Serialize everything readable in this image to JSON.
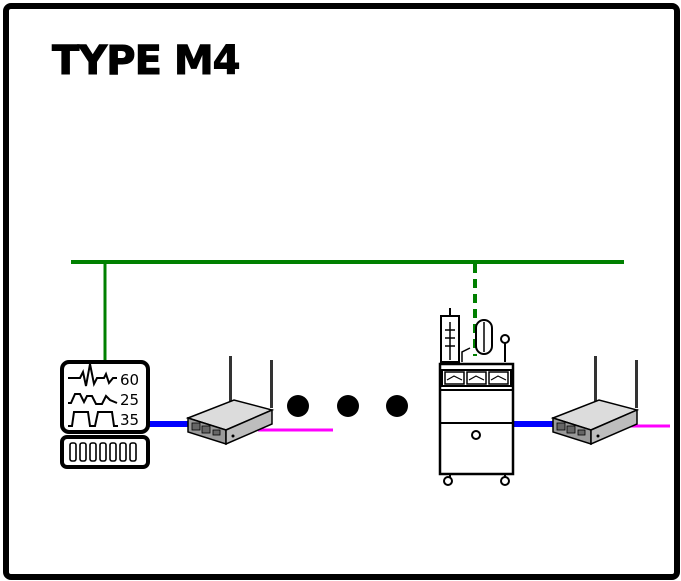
{
  "title": "TYPE M4",
  "monitor": {
    "readouts": [
      "60",
      "25",
      "35"
    ]
  },
  "colors": {
    "bus_line": "#008000",
    "wired_link": "#0000ff",
    "wireless_link": "#ff00ff",
    "device_body": "#bdbdbd"
  },
  "icons": [
    "patient-monitor-icon",
    "wireless-router-icon",
    "ellipsis-dots-icon",
    "anesthesia-machine-icon"
  ]
}
